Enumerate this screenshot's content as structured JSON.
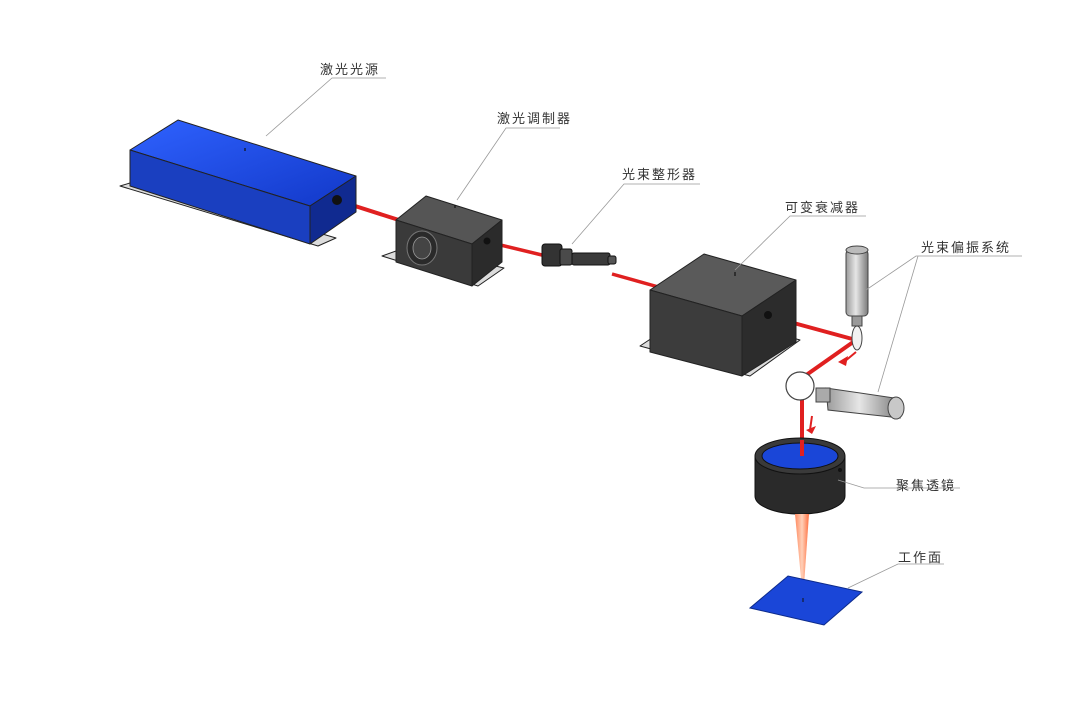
{
  "labels": {
    "laser_source": "激光光源",
    "laser_modulator": "激光调制器",
    "beam_shaper": "光束整形器",
    "variable_attenuator": "可变衰减器",
    "beam_deflection_system": "光束偏振系统",
    "focusing_lens": "聚焦透镜",
    "work_surface": "工作面"
  },
  "colors": {
    "laser_beam": "#e02020",
    "blue_part": "#1a46d8",
    "housing": "#3c3c3c",
    "leader_line": "#999999",
    "label_text": "#333333"
  }
}
